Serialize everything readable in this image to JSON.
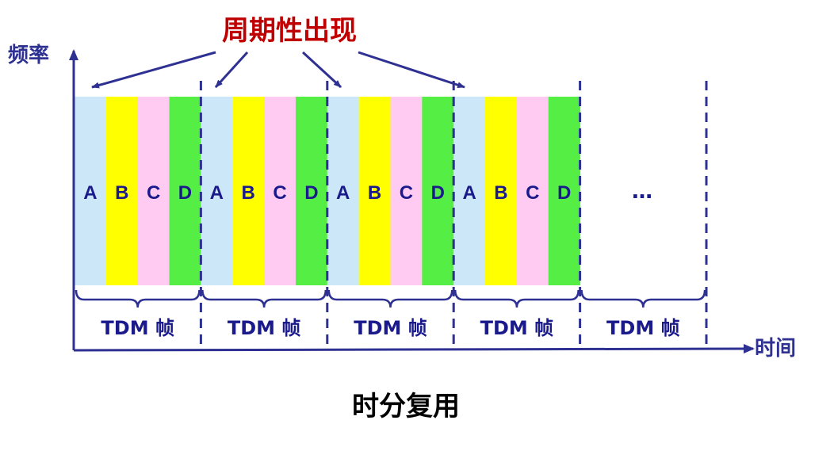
{
  "title": "周期性出现",
  "caption": "时分复用",
  "y_axis_label": "频率",
  "x_axis_label": "时间",
  "ellipsis": "…",
  "frames": [
    {
      "label": "TDM 帧",
      "slots": [
        {
          "letter": "A",
          "color": "#cce8f8"
        },
        {
          "letter": "B",
          "color": "#ffff00"
        },
        {
          "letter": "C",
          "color": "#ffcbf2"
        },
        {
          "letter": "D",
          "color": "#55ee44"
        }
      ]
    },
    {
      "label": "TDM 帧",
      "slots": [
        {
          "letter": "A",
          "color": "#cce8f8"
        },
        {
          "letter": "B",
          "color": "#ffff00"
        },
        {
          "letter": "C",
          "color": "#ffcbf2"
        },
        {
          "letter": "D",
          "color": "#55ee44"
        }
      ]
    },
    {
      "label": "TDM 帧",
      "slots": [
        {
          "letter": "A",
          "color": "#cce8f8"
        },
        {
          "letter": "B",
          "color": "#ffff00"
        },
        {
          "letter": "C",
          "color": "#ffcbf2"
        },
        {
          "letter": "D",
          "color": "#55ee44"
        }
      ]
    },
    {
      "label": "TDM 帧",
      "slots": [
        {
          "letter": "A",
          "color": "#cce8f8"
        },
        {
          "letter": "B",
          "color": "#ffff00"
        },
        {
          "letter": "C",
          "color": "#ffcbf2"
        },
        {
          "letter": "D",
          "color": "#55ee44"
        }
      ]
    },
    {
      "label": "TDM 帧",
      "slots": []
    }
  ],
  "colors": {
    "title": "#c00000",
    "axis": "#2e3192",
    "letters": "#1a1a8c",
    "labels": "#1a1a8c",
    "caption": "#000000"
  }
}
